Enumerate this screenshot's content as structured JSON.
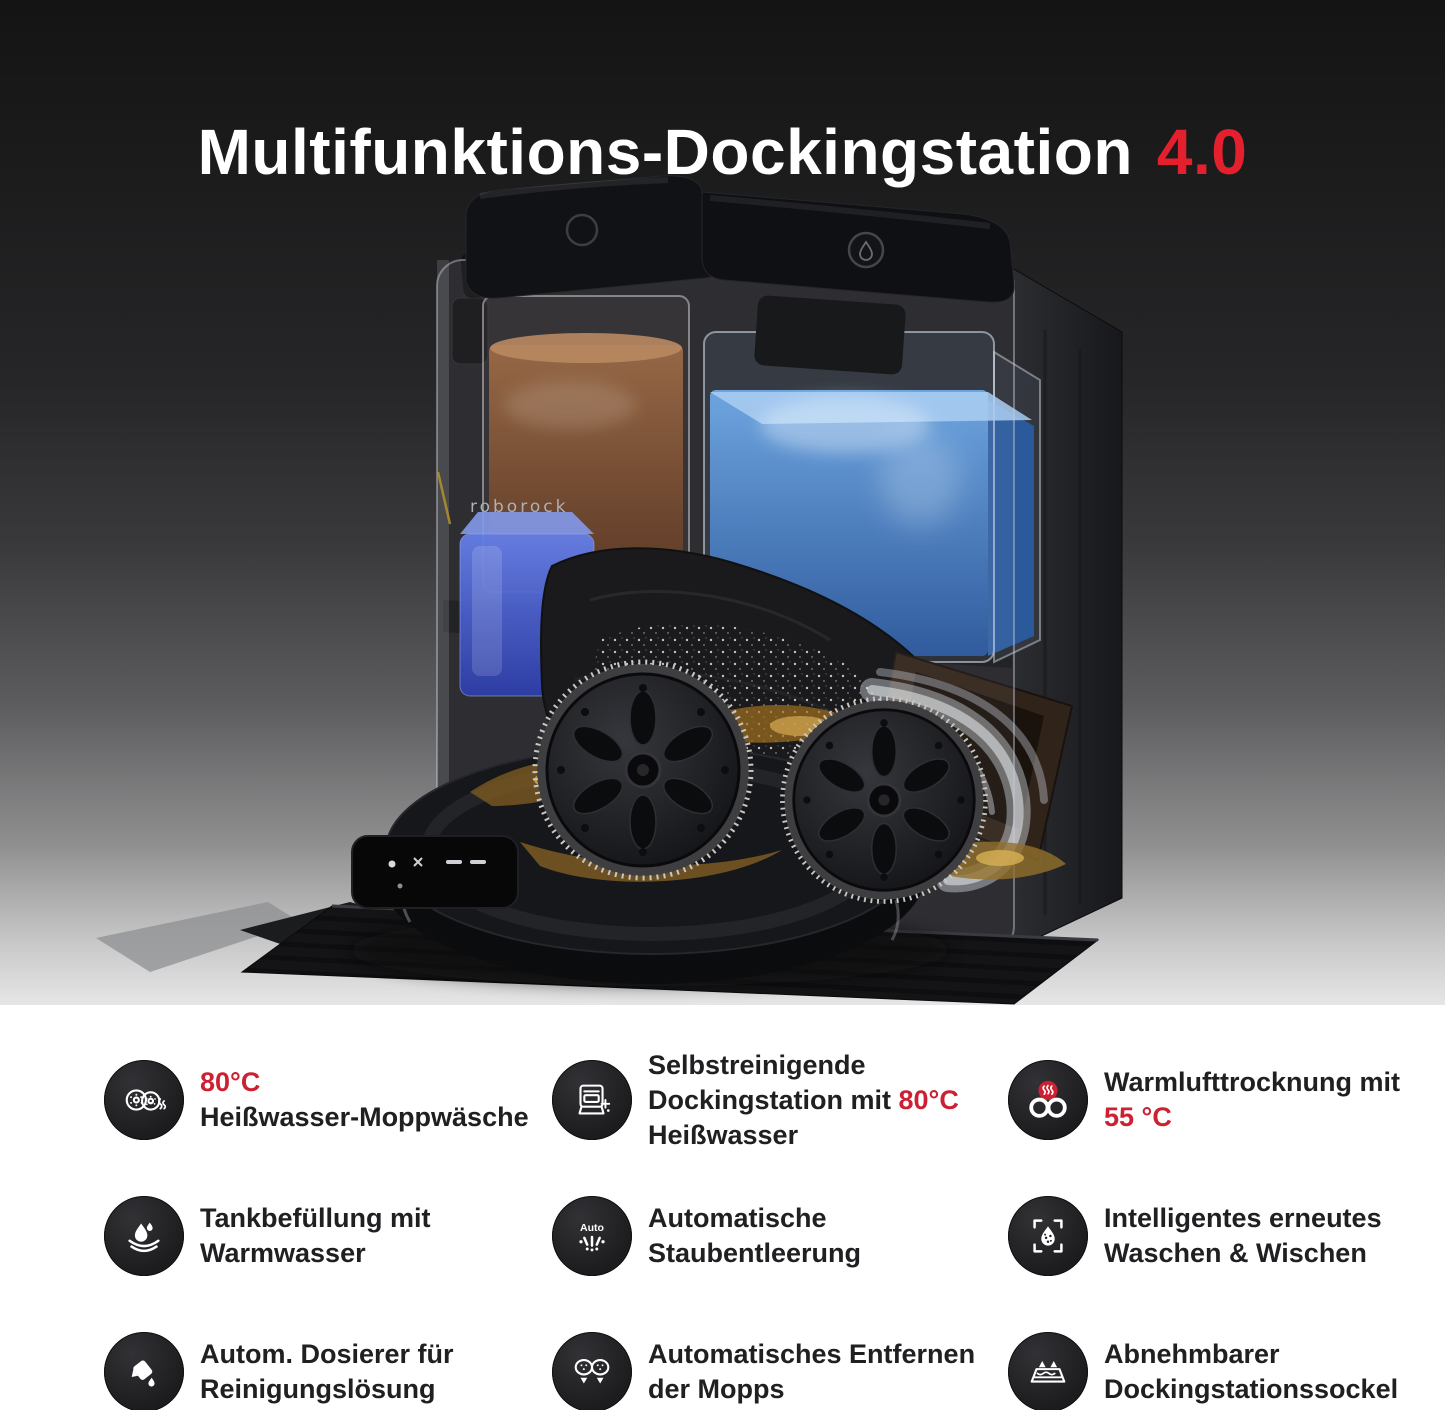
{
  "title": {
    "text": "Multifunktions-Dockingstation",
    "version": "4.0"
  },
  "product": {
    "brand": "roborock"
  },
  "colors": {
    "accent_red": "#cc2133",
    "title_red": "#e5202e",
    "photo_background_top": "#141414",
    "photo_background_bottom": "#e6e6e7",
    "panel_background": "#ffffff",
    "icon_circle": "#1e1e20",
    "feature_text": "#202023",
    "clean_water": "#4d8ed2",
    "dirty_water": "#7a4c2e",
    "detergent_blue": "#3a4ec4"
  },
  "features": [
    {
      "icon": "hot-mop-wash-icon",
      "lines": [
        [
          {
            "t": "80°C",
            "red": true
          }
        ],
        [
          {
            "t": "Heißwasser-Moppwäsche",
            "red": false
          }
        ]
      ]
    },
    {
      "icon": "self-cleaning-dock-icon",
      "lines": [
        [
          {
            "t": "Selbstreinigende",
            "red": false
          }
        ],
        [
          {
            "t": "Dockingstation mit ",
            "red": false
          },
          {
            "t": "80°C",
            "red": true
          }
        ],
        [
          {
            "t": "Heißwasser",
            "red": false
          }
        ]
      ]
    },
    {
      "icon": "warm-air-drying-icon",
      "lines": [
        [
          {
            "t": "Warmlufttrocknung mit",
            "red": false
          }
        ],
        [
          {
            "t": "55 °C",
            "red": true
          }
        ]
      ]
    },
    {
      "icon": "warm-water-refill-icon",
      "lines": [
        [
          {
            "t": "Tankbefüllung mit",
            "red": false
          }
        ],
        [
          {
            "t": "Warmwasser",
            "red": false
          }
        ]
      ]
    },
    {
      "icon": "auto-dust-empty-icon",
      "label": "Auto",
      "lines": [
        [
          {
            "t": "Automatische",
            "red": false
          }
        ],
        [
          {
            "t": "Staubentleerung",
            "red": false
          }
        ]
      ]
    },
    {
      "icon": "smart-rewash-icon",
      "lines": [
        [
          {
            "t": "Intelligentes erneutes",
            "red": false
          }
        ],
        [
          {
            "t": "Waschen & Wischen",
            "red": false
          }
        ]
      ]
    },
    {
      "icon": "auto-detergent-icon",
      "lines": [
        [
          {
            "t": "Autom. Dosierer für",
            "red": false
          }
        ],
        [
          {
            "t": "Reinigungslösung",
            "red": false
          }
        ]
      ]
    },
    {
      "icon": "auto-mop-removal-icon",
      "lines": [
        [
          {
            "t": "Automatisches Entfernen",
            "red": false
          }
        ],
        [
          {
            "t": "der Mopps",
            "red": false
          }
        ]
      ]
    },
    {
      "icon": "removable-base-icon",
      "lines": [
        [
          {
            "t": "Abnehmbarer",
            "red": false
          }
        ],
        [
          {
            "t": "Dockingstationssockel",
            "red": false
          }
        ]
      ]
    }
  ]
}
